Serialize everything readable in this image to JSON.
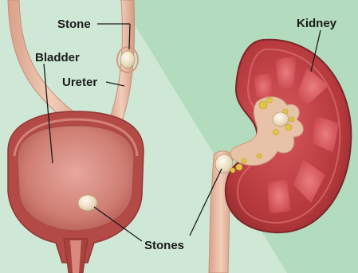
{
  "labels": {
    "stone": "Stone",
    "bladder": "Bladder",
    "ureter": "Ureter",
    "kidney": "Kidney",
    "stones": "Stones"
  },
  "colors": {
    "background_left": "#cfe8d6",
    "background_right": "#a9d6b6",
    "tissue_outer": "#b34a45",
    "tissue_inner": "#c77066",
    "ureter_tube": "#e6b49c",
    "kidney_cortex": "#b33a3c",
    "kidney_medulla": "#d7545b",
    "renal_pelvis": "#e8c2a6",
    "stone": "#efe2c8",
    "stone_fragments": "#e1c545"
  }
}
